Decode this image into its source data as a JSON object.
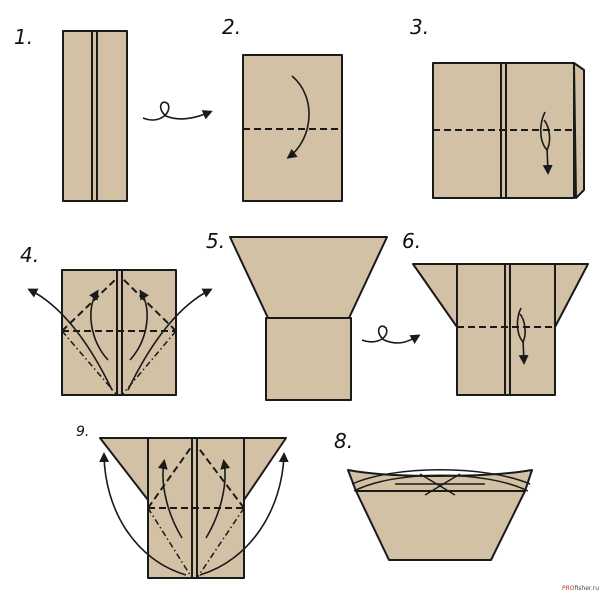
{
  "steps": [
    {
      "id": "step-1",
      "label": "1."
    },
    {
      "id": "step-2",
      "label": "2."
    },
    {
      "id": "step-3",
      "label": "3."
    },
    {
      "id": "step-4",
      "label": "4."
    },
    {
      "id": "step-5",
      "label": "5."
    },
    {
      "id": "step-6",
      "label": "6."
    },
    {
      "id": "step-7",
      "label": "9."
    },
    {
      "id": "step-8",
      "label": "8."
    }
  ],
  "watermark": {
    "text_red": "PRO",
    "text_dark": "fisher.ru"
  },
  "colors": {
    "paper": "#d3c1a6",
    "ink": "#1a1a1a",
    "watermark_red": "#c0392b"
  }
}
